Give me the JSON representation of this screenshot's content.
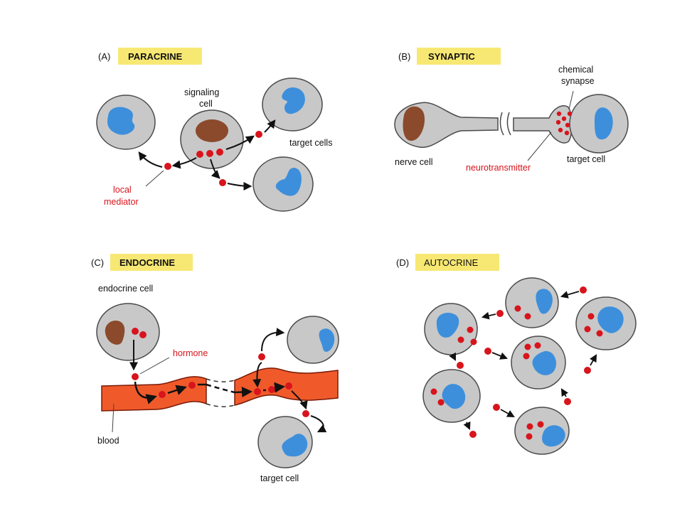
{
  "panels": {
    "a": {
      "letter": "(A)",
      "title": "PARACRINE",
      "labels": {
        "signaling_1": "signaling",
        "signaling_2": "cell",
        "target": "target cells",
        "mediator_1": "local",
        "mediator_2": "mediator"
      }
    },
    "b": {
      "letter": "(B)",
      "title": "SYNAPTIC",
      "labels": {
        "synapse_1": "chemical",
        "synapse_2": "synapse",
        "nerve": "nerve cell",
        "neuro": "neurotransmitter",
        "target": "target cell"
      }
    },
    "c": {
      "letter": "(C)",
      "title": "ENDOCRINE",
      "labels": {
        "endocrine": "endocrine cell",
        "hormone": "hormone",
        "blood": "blood",
        "target": "target cell"
      }
    },
    "d": {
      "letter": "(D)",
      "title": "AUTOCRINE"
    }
  },
  "colors": {
    "cell": "#c8c8c8",
    "outline": "#4a4a4a",
    "nucleus_target": "#3d8fdc",
    "nucleus_signal": "#8b4a2c",
    "signal_dot": "#d8141c",
    "highlight": "#f7e873",
    "blood": "#f05a2a",
    "blood_edge": "#7a1a08"
  }
}
